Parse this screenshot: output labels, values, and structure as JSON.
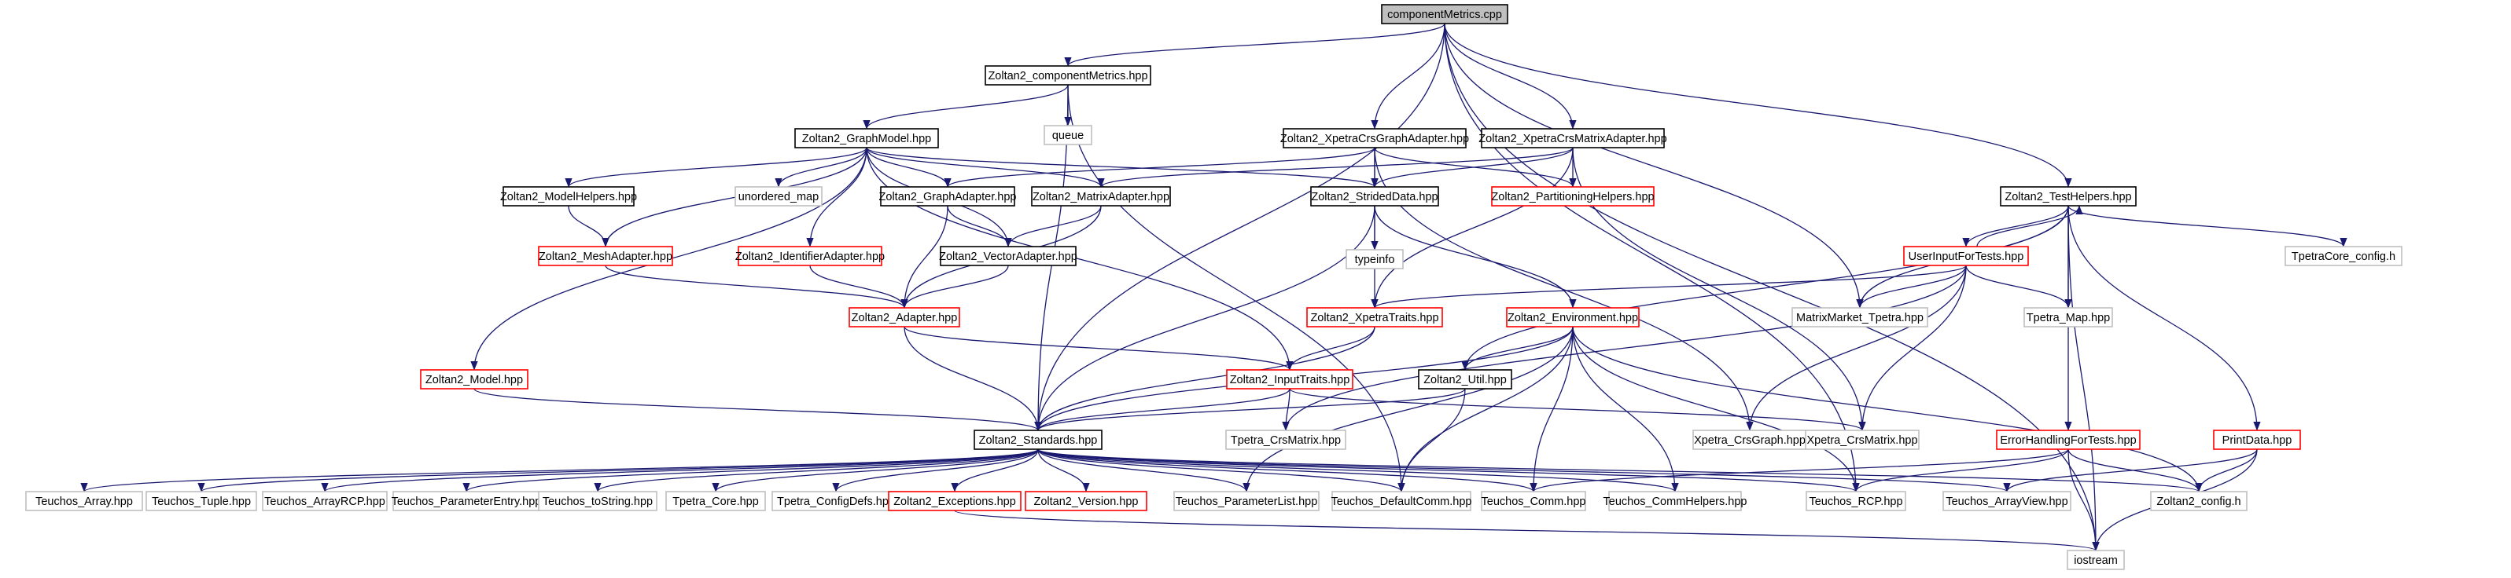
{
  "graph": {
    "colors": {
      "edge": "#191970",
      "root_fill": "#bfbfbf",
      "normal_border": "#000000",
      "red_border": "#ff0000",
      "external_border": "#bfbfbf",
      "fill": "#ffffff",
      "text": "#000000"
    },
    "nodes": [
      {
        "id": "componentMetrics",
        "label": "componentMetrics.cpp",
        "style": "root"
      },
      {
        "id": "z_cm",
        "label": "Zoltan2_componentMetrics.hpp",
        "style": "normal"
      },
      {
        "id": "queue",
        "label": "queue",
        "style": "external"
      },
      {
        "id": "z_gm",
        "label": "Zoltan2_GraphModel.hpp",
        "style": "normal"
      },
      {
        "id": "z_xcga",
        "label": "Zoltan2_XpetraCrsGraphAdapter.hpp",
        "style": "normal"
      },
      {
        "id": "z_xcma",
        "label": "Zoltan2_XpetraCrsMatrixAdapter.hpp",
        "style": "normal"
      },
      {
        "id": "z_th",
        "label": "Zoltan2_TestHelpers.hpp",
        "style": "normal"
      },
      {
        "id": "z_mh",
        "label": "Zoltan2_ModelHelpers.hpp",
        "style": "normal"
      },
      {
        "id": "unordered_map",
        "label": "unordered_map",
        "style": "external"
      },
      {
        "id": "z_ga",
        "label": "Zoltan2_GraphAdapter.hpp",
        "style": "normal"
      },
      {
        "id": "z_ma",
        "label": "Zoltan2_MatrixAdapter.hpp",
        "style": "normal"
      },
      {
        "id": "z_sd",
        "label": "Zoltan2_StridedData.hpp",
        "style": "normal"
      },
      {
        "id": "z_ph",
        "label": "Zoltan2_PartitioningHelpers.hpp",
        "style": "red"
      },
      {
        "id": "typeinfo",
        "label": "typeinfo",
        "style": "external"
      },
      {
        "id": "z_mesha",
        "label": "Zoltan2_MeshAdapter.hpp",
        "style": "red"
      },
      {
        "id": "z_ia",
        "label": "Zoltan2_IdentifierAdapter.hpp",
        "style": "red"
      },
      {
        "id": "z_va",
        "label": "Zoltan2_VectorAdapter.hpp",
        "style": "normal"
      },
      {
        "id": "z_uift",
        "label": "UserInputForTests.hpp",
        "style": "red"
      },
      {
        "id": "tpetracore_config",
        "label": "TpetraCore_config.h",
        "style": "external"
      },
      {
        "id": "z_adapter",
        "label": "Zoltan2_Adapter.hpp",
        "style": "red"
      },
      {
        "id": "z_xt",
        "label": "Zoltan2_XpetraTraits.hpp",
        "style": "red"
      },
      {
        "id": "mm_tpetra",
        "label": "MatrixMarket_Tpetra.hpp",
        "style": "external"
      },
      {
        "id": "tpetra_map",
        "label": "Tpetra_Map.hpp",
        "style": "external"
      },
      {
        "id": "z_env",
        "label": "Zoltan2_Environment.hpp",
        "style": "red"
      },
      {
        "id": "z_model",
        "label": "Zoltan2_Model.hpp",
        "style": "red"
      },
      {
        "id": "z_it",
        "label": "Zoltan2_InputTraits.hpp",
        "style": "red"
      },
      {
        "id": "z_util",
        "label": "Zoltan2_Util.hpp",
        "style": "normal"
      },
      {
        "id": "z_std",
        "label": "Zoltan2_Standards.hpp",
        "style": "normal"
      },
      {
        "id": "tpetra_crsmatrix",
        "label": "Tpetra_CrsMatrix.hpp",
        "style": "external"
      },
      {
        "id": "xpetra_crsgraph",
        "label": "Xpetra_CrsGraph.hpp",
        "style": "external"
      },
      {
        "id": "xpetra_crsmatrix",
        "label": "Xpetra_CrsMatrix.hpp",
        "style": "external"
      },
      {
        "id": "ehft",
        "label": "ErrorHandlingForTests.hpp",
        "style": "red"
      },
      {
        "id": "printdata",
        "label": "PrintData.hpp",
        "style": "red"
      },
      {
        "id": "t_array",
        "label": "Teuchos_Array.hpp",
        "style": "external"
      },
      {
        "id": "t_tuple",
        "label": "Teuchos_Tuple.hpp",
        "style": "external"
      },
      {
        "id": "t_arrayrcp",
        "label": "Teuchos_ArrayRCP.hpp",
        "style": "external"
      },
      {
        "id": "t_paramentry",
        "label": "Teuchos_ParameterEntry.hpp",
        "style": "external"
      },
      {
        "id": "t_tostring",
        "label": "Teuchos_toString.hpp",
        "style": "external"
      },
      {
        "id": "tpetra_core",
        "label": "Tpetra_Core.hpp",
        "style": "external"
      },
      {
        "id": "tpetra_configdefs",
        "label": "Tpetra_ConfigDefs.hpp",
        "style": "external"
      },
      {
        "id": "z_exc",
        "label": "Zoltan2_Exceptions.hpp",
        "style": "red"
      },
      {
        "id": "z_ver",
        "label": "Zoltan2_Version.hpp",
        "style": "red"
      },
      {
        "id": "t_paramlist",
        "label": "Teuchos_ParameterList.hpp",
        "style": "external"
      },
      {
        "id": "t_defcomm",
        "label": "Teuchos_DefaultComm.hpp",
        "style": "external"
      },
      {
        "id": "t_comm",
        "label": "Teuchos_Comm.hpp",
        "style": "external"
      },
      {
        "id": "t_commhelpers",
        "label": "Teuchos_CommHelpers.hpp",
        "style": "external"
      },
      {
        "id": "t_rcp",
        "label": "Teuchos_RCP.hpp",
        "style": "external"
      },
      {
        "id": "t_arrayview",
        "label": "Teuchos_ArrayView.hpp",
        "style": "external"
      },
      {
        "id": "z_config",
        "label": "Zoltan2_config.h",
        "style": "external"
      },
      {
        "id": "iostream",
        "label": "iostream",
        "style": "external"
      }
    ],
    "edges": [
      [
        "componentMetrics",
        "z_cm"
      ],
      [
        "componentMetrics",
        "z_xcga"
      ],
      [
        "componentMetrics",
        "z_xcma"
      ],
      [
        "componentMetrics",
        "z_th"
      ],
      [
        "componentMetrics",
        "iostream"
      ],
      [
        "componentMetrics",
        "z_std"
      ],
      [
        "componentMetrics",
        "mm_tpetra"
      ],
      [
        "componentMetrics",
        "t_rcp"
      ],
      [
        "z_cm",
        "queue"
      ],
      [
        "z_cm",
        "z_gm"
      ],
      [
        "z_cm",
        "z_std"
      ],
      [
        "z_cm",
        "t_defcomm"
      ],
      [
        "z_gm",
        "z_mh"
      ],
      [
        "z_gm",
        "unordered_map"
      ],
      [
        "z_gm",
        "z_ga"
      ],
      [
        "z_gm",
        "z_ma"
      ],
      [
        "z_gm",
        "z_sd"
      ],
      [
        "z_gm",
        "z_mesha"
      ],
      [
        "z_gm",
        "z_ia"
      ],
      [
        "z_gm",
        "z_va"
      ],
      [
        "z_gm",
        "z_model"
      ],
      [
        "z_gm",
        "z_it"
      ],
      [
        "z_xcga",
        "z_ga"
      ],
      [
        "z_xcga",
        "z_sd"
      ],
      [
        "z_xcga",
        "z_ph"
      ],
      [
        "z_xcga",
        "z_xt"
      ],
      [
        "z_xcga",
        "xpetra_crsgraph"
      ],
      [
        "z_xcma",
        "z_ma"
      ],
      [
        "z_xcma",
        "z_sd"
      ],
      [
        "z_xcma",
        "z_ph"
      ],
      [
        "z_xcma",
        "z_xt"
      ],
      [
        "z_xcma",
        "xpetra_crsmatrix"
      ],
      [
        "z_mh",
        "z_mesha"
      ],
      [
        "z_ga",
        "z_va"
      ],
      [
        "z_ga",
        "z_adapter"
      ],
      [
        "z_ma",
        "z_va"
      ],
      [
        "z_ma",
        "z_adapter"
      ],
      [
        "z_va",
        "z_adapter"
      ],
      [
        "z_mesha",
        "z_adapter"
      ],
      [
        "z_ia",
        "z_adapter"
      ],
      [
        "z_sd",
        "typeinfo"
      ],
      [
        "z_sd",
        "z_env"
      ],
      [
        "z_sd",
        "z_std"
      ],
      [
        "z_adapter",
        "z_std"
      ],
      [
        "z_adapter",
        "z_it"
      ],
      [
        "z_xt",
        "z_it"
      ],
      [
        "z_xt",
        "z_std"
      ],
      [
        "z_model",
        "z_std"
      ],
      [
        "z_it",
        "z_std"
      ],
      [
        "z_it",
        "tpetra_crsmatrix"
      ],
      [
        "z_it",
        "xpetra_crsmatrix"
      ],
      [
        "z_util",
        "z_std"
      ],
      [
        "z_util",
        "t_defcomm"
      ],
      [
        "z_env",
        "z_util"
      ],
      [
        "z_env",
        "z_std"
      ],
      [
        "z_env",
        "t_paramlist"
      ],
      [
        "z_env",
        "t_defcomm"
      ],
      [
        "z_env",
        "t_comm"
      ],
      [
        "z_env",
        "t_commhelpers"
      ],
      [
        "z_env",
        "t_rcp"
      ],
      [
        "z_env",
        "z_config"
      ],
      [
        "z_th",
        "z_uift"
      ],
      [
        "z_th",
        "tpetracore_config"
      ],
      [
        "z_th",
        "mm_tpetra"
      ],
      [
        "z_th",
        "tpetra_map"
      ],
      [
        "z_th",
        "ehft"
      ],
      [
        "z_th",
        "printdata"
      ],
      [
        "z_th",
        "z_util"
      ],
      [
        "z_th",
        "iostream"
      ],
      [
        "z_uift",
        "z_th"
      ],
      [
        "z_uift",
        "z_xt"
      ],
      [
        "z_uift",
        "mm_tpetra"
      ],
      [
        "z_uift",
        "tpetra_map"
      ],
      [
        "z_uift",
        "xpetra_crsgraph"
      ],
      [
        "z_uift",
        "xpetra_crsmatrix"
      ],
      [
        "z_uift",
        "tpetra_crsmatrix"
      ],
      [
        "ehft",
        "t_comm"
      ],
      [
        "ehft",
        "t_rcp"
      ],
      [
        "ehft",
        "z_config"
      ],
      [
        "ehft",
        "iostream"
      ],
      [
        "printdata",
        "t_arrayview"
      ],
      [
        "printdata",
        "z_config"
      ],
      [
        "printdata",
        "iostream"
      ],
      [
        "z_std",
        "t_array"
      ],
      [
        "z_std",
        "t_tuple"
      ],
      [
        "z_std",
        "t_arrayrcp"
      ],
      [
        "z_std",
        "t_paramentry"
      ],
      [
        "z_std",
        "t_tostring"
      ],
      [
        "z_std",
        "tpetra_core"
      ],
      [
        "z_std",
        "tpetra_configdefs"
      ],
      [
        "z_std",
        "z_exc"
      ],
      [
        "z_std",
        "z_ver"
      ],
      [
        "z_std",
        "t_paramlist"
      ],
      [
        "z_std",
        "t_defcomm"
      ],
      [
        "z_std",
        "t_comm"
      ],
      [
        "z_std",
        "t_commhelpers"
      ],
      [
        "z_std",
        "t_rcp"
      ],
      [
        "z_std",
        "t_arrayview"
      ],
      [
        "z_std",
        "z_config"
      ],
      [
        "z_exc",
        "iostream"
      ]
    ]
  }
}
